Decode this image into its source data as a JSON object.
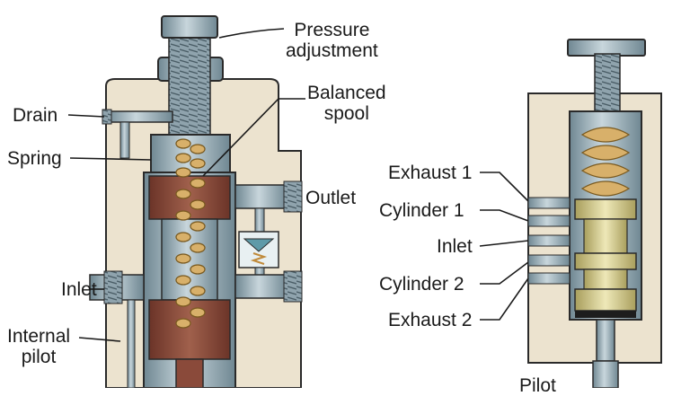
{
  "labels": {
    "pressure_adjustment": "Pressure\nadjustment",
    "balanced_spool": "Balanced\nspool",
    "drain": "Drain",
    "spring": "Spring",
    "outlet": "Outlet",
    "inlet_left": "Inlet",
    "internal_pilot": "Internal\npilot",
    "exhaust1": "Exhaust 1",
    "cylinder1": "Cylinder 1",
    "inlet_right": "Inlet",
    "cylinder2": "Cylinder 2",
    "exhaust2": "Exhaust 2",
    "pilot": "Pilot"
  },
  "colors": {
    "body": "#ece3cf",
    "steel": "#9fb3bd",
    "steel_dark": "#5f7580",
    "spool": "#8a4a3a",
    "spring": "#d8b06a",
    "brass": "#d4cc94"
  }
}
